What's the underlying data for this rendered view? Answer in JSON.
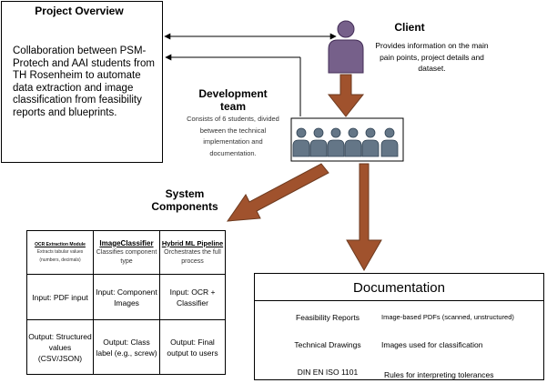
{
  "overview": {
    "title": "Project Overview",
    "text": "Collaboration between PSM-Protech and AAI students from TH Rosenheim to automate data extraction and image classification from feasibility reports and blueprints."
  },
  "client": {
    "title": "Client",
    "text": "Provides information on the main pain points, project details and dataset."
  },
  "dev_team": {
    "title": "Development team",
    "text": "Consists of 6 students, divided between the technical implementation and documentation."
  },
  "system_components": {
    "title": "System Components",
    "columns": [
      {
        "title": "OCR Extraction Module",
        "desc": "Extracts tabular values (numbers, decimals)",
        "input": "Input: PDF input",
        "output": "Output: Structured values (CSV/JSON)"
      },
      {
        "title": "ImageClassifier",
        "desc": "Classifies component type",
        "input": "Input: Component Images",
        "output": "Output: Class label (e.g., screw)"
      },
      {
        "title": "Hybrid ML Pipeline",
        "desc": "Orchestrates the full process",
        "input": "Input: OCR + Classifier",
        "output": "Output: Final output to users"
      }
    ]
  },
  "documentation": {
    "title": "Documentation",
    "left_items": [
      "Feasibility Reports",
      "Technical Drawings",
      "DIN EN ISO 1101"
    ],
    "right_items": [
      "Image-based PDFs (scanned, unstructured)",
      "Images used for classification",
      "Rules for interpreting tolerances"
    ]
  },
  "colors": {
    "arrow_brown": "#a0522d",
    "person_purple": "#76608a",
    "team_blue": "#647687"
  }
}
